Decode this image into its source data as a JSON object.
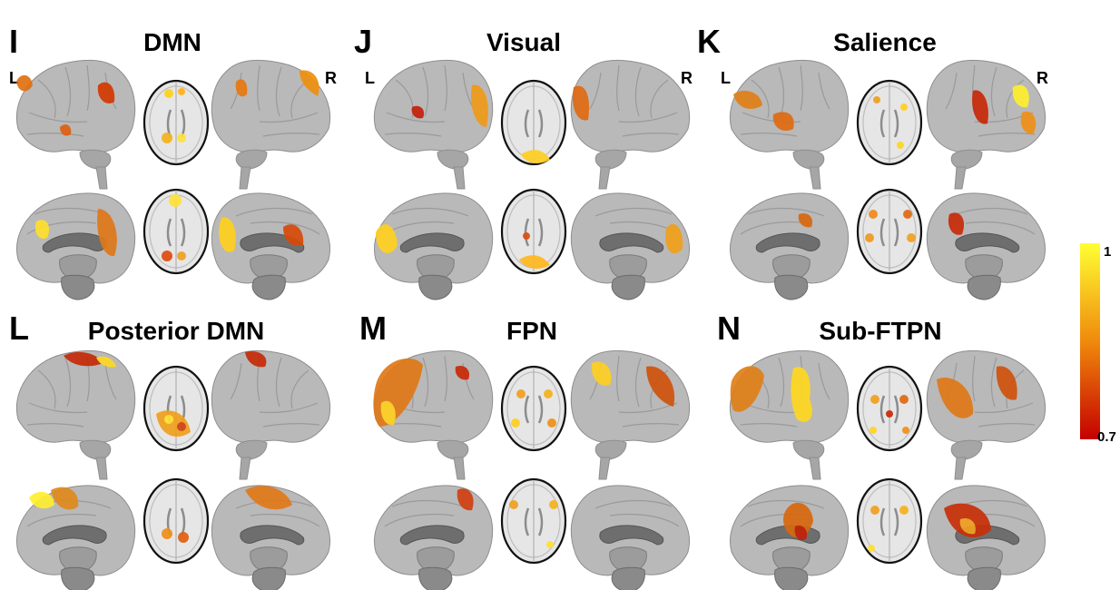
{
  "panels": [
    {
      "letter": "I",
      "title": "DMN",
      "left_label": "L",
      "right_label": "R"
    },
    {
      "letter": "J",
      "title": "Visual",
      "left_label": "L",
      "right_label": "R"
    },
    {
      "letter": "K",
      "title": "Salience",
      "left_label": "L",
      "right_label": "R"
    },
    {
      "letter": "L",
      "title": "Posterior DMN"
    },
    {
      "letter": "M",
      "title": "FPN"
    },
    {
      "letter": "N",
      "title": "Sub-FTPN"
    }
  ],
  "colorbar": {
    "max_label": "1",
    "min_label": "0.7",
    "colors": {
      "high": "#ffff33",
      "mid": "#f08a0c",
      "low": "#c40000"
    }
  },
  "colors": {
    "cortex": "#b9b9b9",
    "cortex_dark": "#8e8e8e",
    "slice_bg": "#e6e6e6"
  }
}
